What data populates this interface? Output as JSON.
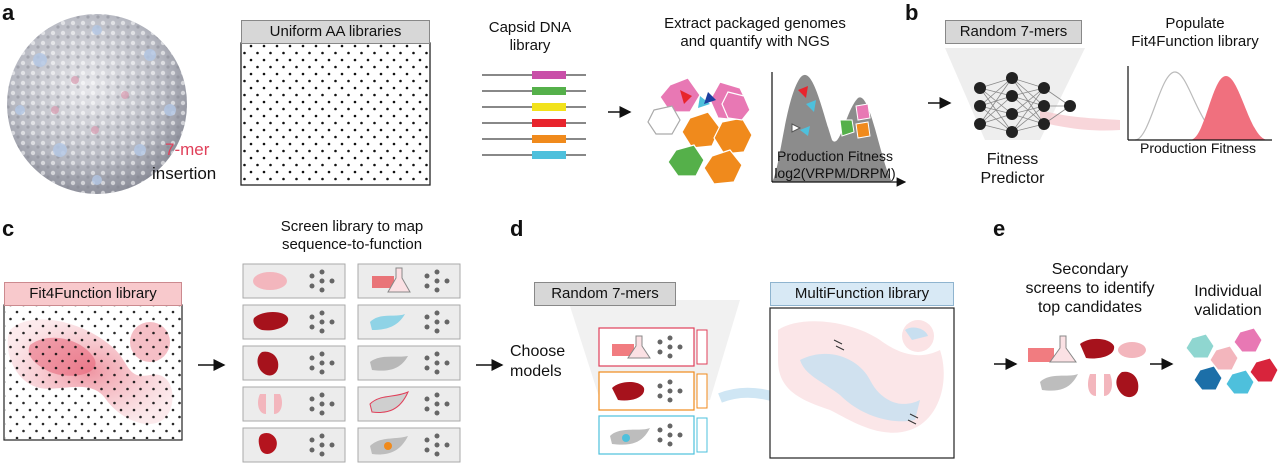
{
  "panels": {
    "a": "a",
    "b": "b",
    "c": "c",
    "d": "d",
    "e": "e"
  },
  "a": {
    "insertion_highlight": "7-mer",
    "insertion_word": "insertion",
    "libraries_title": "Uniform AA libraries",
    "capsid_title_line1": "Capsid DNA",
    "capsid_title_line2": "library",
    "extract_title_line1": "Extract packaged genomes",
    "extract_title_line2": "and quantify with NGS",
    "xlabel_line1": "Production Fitness",
    "xlabel_line2": "log2(VRPM/DRPM)"
  },
  "b": {
    "random_label": "Random 7-mers",
    "predictor_line1": "Fitness",
    "predictor_line2": "Predictor",
    "populate_line1": "Populate",
    "populate_line2": "Fit4Function library",
    "xlabel": "Production Fitness"
  },
  "c": {
    "library_label": "Fit4Function library",
    "screen_line1": "Screen library to map",
    "screen_line2": "sequence-to-function"
  },
  "d": {
    "random_label": "Random 7-mers",
    "choose_line1": "Choose",
    "choose_line2": "models",
    "multi_label": "MultiFunction library"
  },
  "e": {
    "secondary_line1": "Secondary",
    "secondary_line2": "screens to identify",
    "secondary_line3": "top candidates",
    "individual_line1": "Individual",
    "individual_line2": "validation"
  },
  "colors": {
    "pink_highlight": "#e0405a",
    "pink_fill": "#f8c9cc",
    "blue_fill": "#d8e9f5",
    "gray_fill": "#d7d7d7",
    "dna_bars": [
      "#c94fa8",
      "#55b04a",
      "#f2e21b",
      "#e8242c",
      "#f08a1c",
      "#4ec0dc"
    ]
  }
}
